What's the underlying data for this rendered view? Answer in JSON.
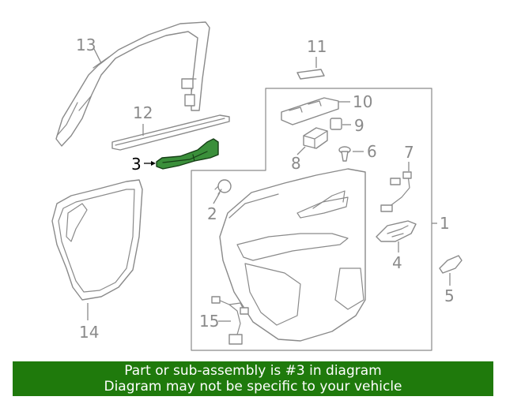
{
  "callouts": {
    "c1": "1",
    "c2": "2",
    "c3": "3",
    "c4": "4",
    "c5": "5",
    "c6": "6",
    "c7": "7",
    "c8": "8",
    "c9": "9",
    "c10": "10",
    "c11": "11",
    "c12": "12",
    "c13": "13",
    "c14": "14",
    "c15": "15"
  },
  "highlighted_part": "3",
  "colors": {
    "highlight_fill": "#3a8f3a",
    "banner_background": "#1f7a0c",
    "line_gray": "#8a8a8a"
  },
  "banner": {
    "line1": "Part or sub-assembly is #3 in diagram",
    "line2": "Diagram may not be specific to your vehicle"
  }
}
